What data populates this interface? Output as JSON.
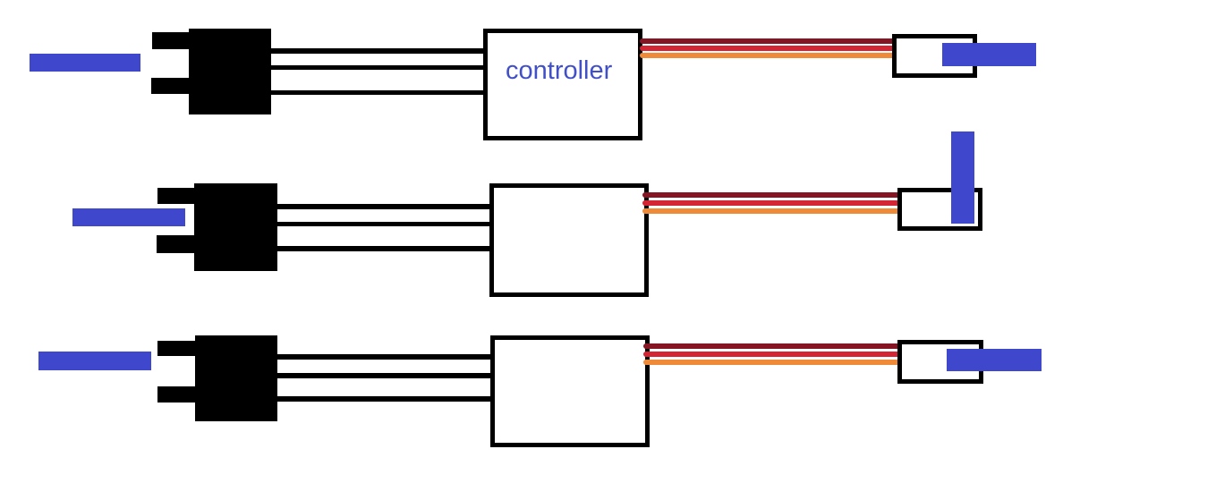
{
  "diagram": {
    "kind": "hand-drawn wiring sketch",
    "colors": {
      "background": "#ffffff",
      "black": "#000000",
      "blue": "#3f48cc",
      "label_text": "#4150c6",
      "wire_dark_red": "#851523",
      "wire_red": "#d42535",
      "wire_orange": "#ef8b38"
    },
    "rows": [
      {
        "label": "controller",
        "left_connector": "blue bar plugged into black two-prong plug",
        "black_wire_count": 3,
        "colored_wires": [
          "dark red",
          "red",
          "orange"
        ],
        "right_connector": "small outlined box with horizontal blue bar"
      },
      {
        "label": "",
        "left_connector": "blue bar plugged into black two-prong plug",
        "black_wire_count": 3,
        "colored_wires": [
          "dark red",
          "red",
          "orange"
        ],
        "right_connector": "small outlined box with vertical blue bar"
      },
      {
        "label": "",
        "left_connector": "blue bar plugged into black two-prong plug",
        "black_wire_count": 3,
        "colored_wires": [
          "dark red",
          "red",
          "orange"
        ],
        "right_connector": "small outlined box with horizontal blue bar"
      }
    ]
  }
}
